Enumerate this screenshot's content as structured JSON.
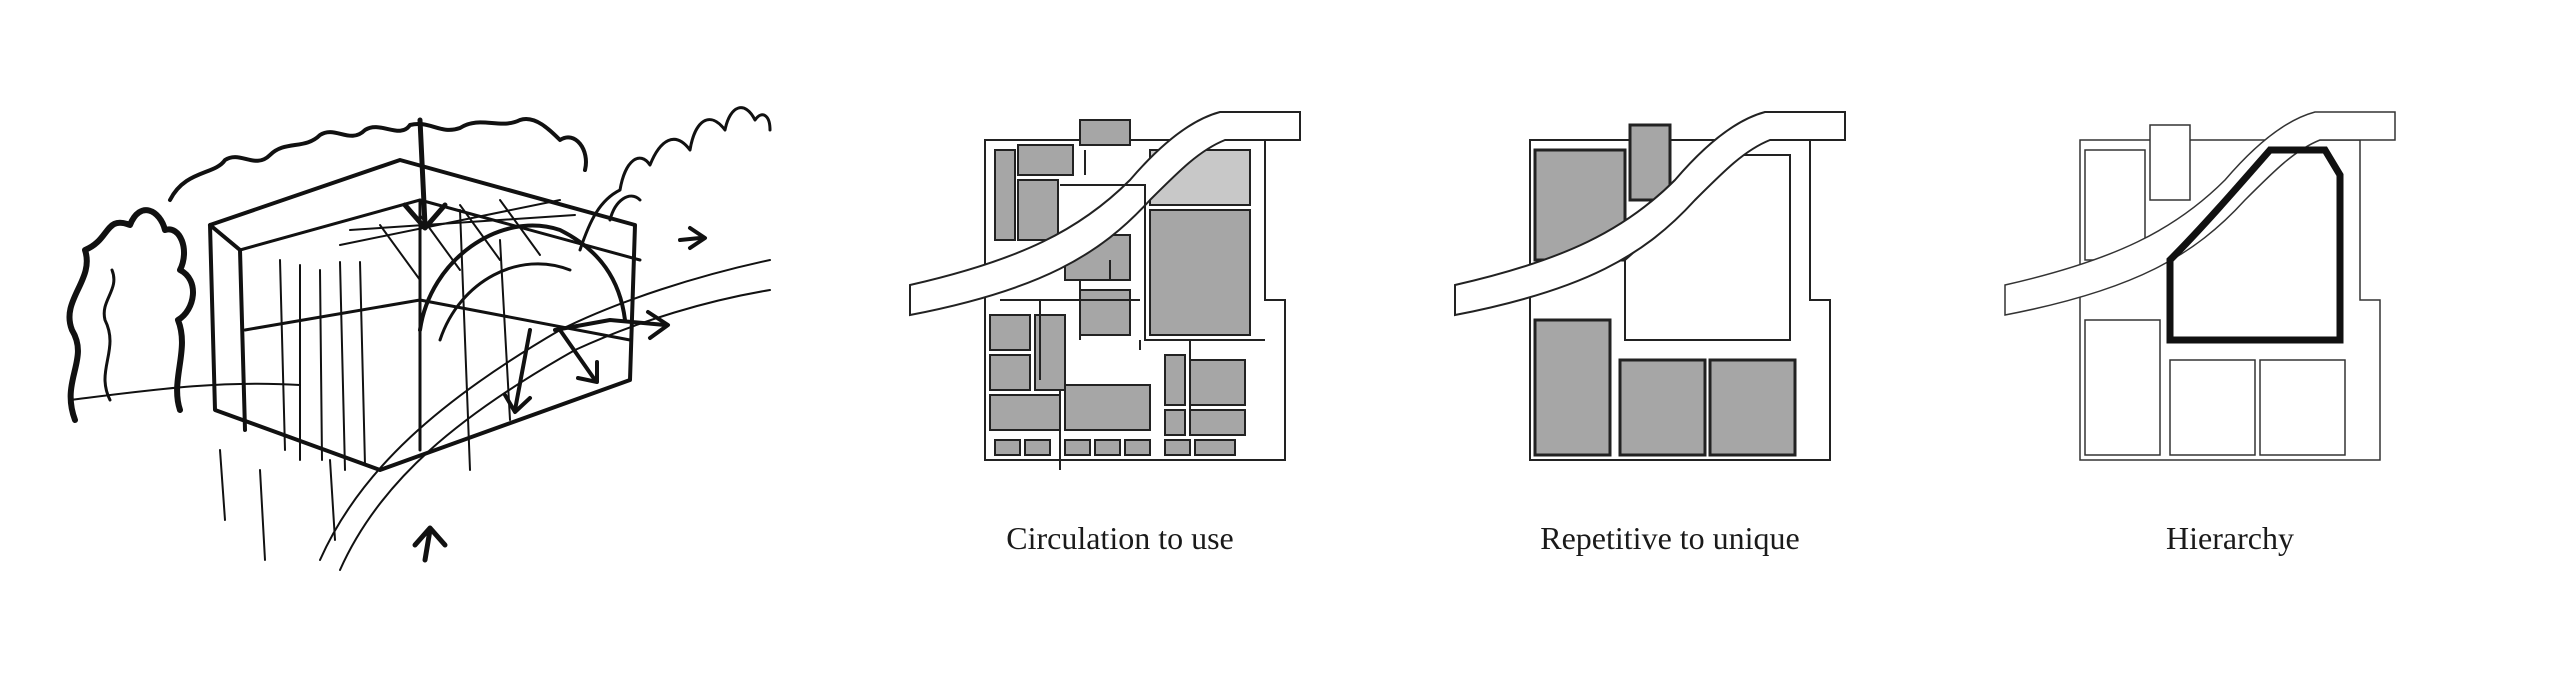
{
  "diagrams": [
    {
      "caption": "Circulation to use"
    },
    {
      "caption": "Repetitive to unique"
    },
    {
      "caption": "Hierarchy"
    }
  ],
  "colors": {
    "fill_gray": "#a6a6a6",
    "fill_light": "#c8c8c8",
    "stroke": "#222222",
    "bg": "#ffffff"
  }
}
